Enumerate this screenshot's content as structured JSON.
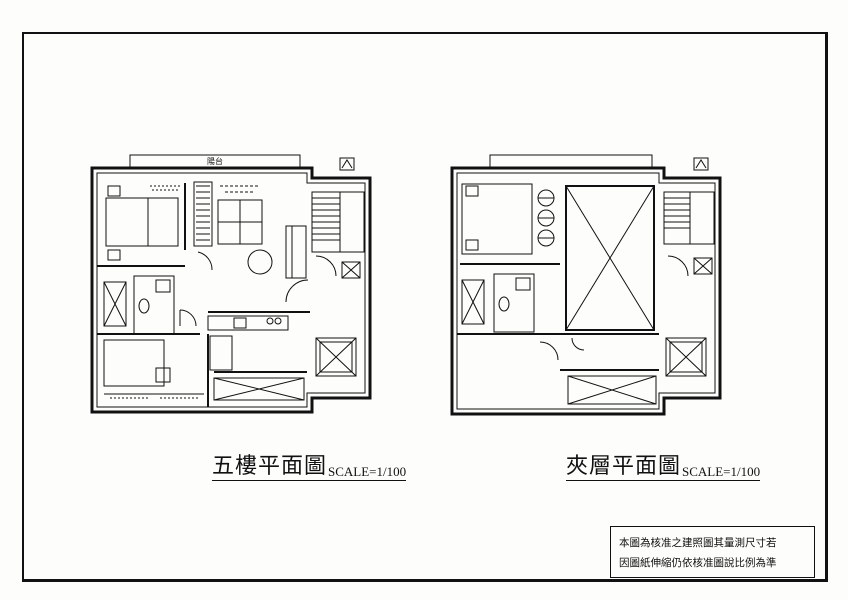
{
  "floor5": {
    "title": "五樓平面圖",
    "scale": "SCALE=1/100",
    "balcony_label": "陽台"
  },
  "mezzanine": {
    "title": "夾層平面圖",
    "scale": "SCALE=1/100"
  },
  "note": {
    "line1": "本圖為核准之建照圖其量測尺寸若",
    "line2": "因圖紙伸縮仍依核准圖說比例為準"
  },
  "colors": {
    "ink": "#111111",
    "paper": "#fdfdfb"
  }
}
